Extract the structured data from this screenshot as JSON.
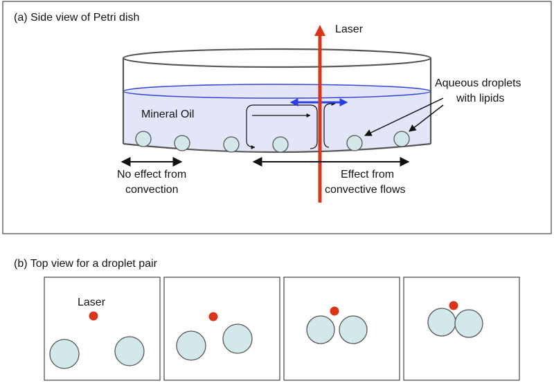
{
  "panel_a": {
    "title": "(a) Side view of Petri dish",
    "laser_label": "Laser",
    "oil_label": "Mineral Oil",
    "droplets_label_line1": "Aqueous droplets",
    "droplets_label_line2": "with lipids",
    "no_effect_line1": "No effect from",
    "no_effect_line2": "convection",
    "effect_line1": "Effect from",
    "effect_line2": "convective flows"
  },
  "panel_b": {
    "title": "(b) Top view for a droplet pair",
    "laser_label": "Laser",
    "frames": [
      "frame-1",
      "frame-2",
      "frame-3",
      "frame-4"
    ]
  },
  "colors": {
    "laser": "#d9341c",
    "oil_fill": "#e3e6f8",
    "oil_surface": "#3545d6",
    "flow_arrow": "#2b3fe0",
    "droplet_fill": "#d3e8ea",
    "outline": "#555555"
  }
}
